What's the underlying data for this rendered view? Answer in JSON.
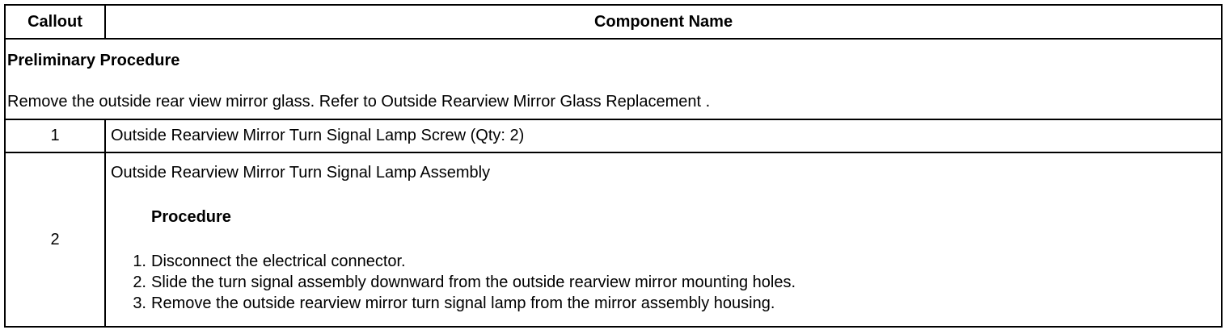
{
  "header": {
    "callout": "Callout",
    "component_name": "Component Name"
  },
  "preliminary": {
    "title": "Preliminary Procedure",
    "text": "Remove the outside rear view mirror glass. Refer to Outside Rearview Mirror Glass Replacement ."
  },
  "rows": [
    {
      "callout": "1",
      "name": "Outside Rearview Mirror Turn Signal Lamp Screw (Qty: 2)"
    },
    {
      "callout": "2",
      "name": "Outside Rearview Mirror Turn Signal Lamp Assembly",
      "procedure_heading": "Procedure",
      "steps": [
        {
          "num": "1.",
          "text": "Disconnect the electrical connector."
        },
        {
          "num": "2.",
          "text": "Slide the turn signal assembly downward from the outside rearview mirror mounting holes."
        },
        {
          "num": "3.",
          "text": "Remove the outside rearview mirror turn signal lamp from the mirror assembly housing."
        }
      ]
    }
  ]
}
